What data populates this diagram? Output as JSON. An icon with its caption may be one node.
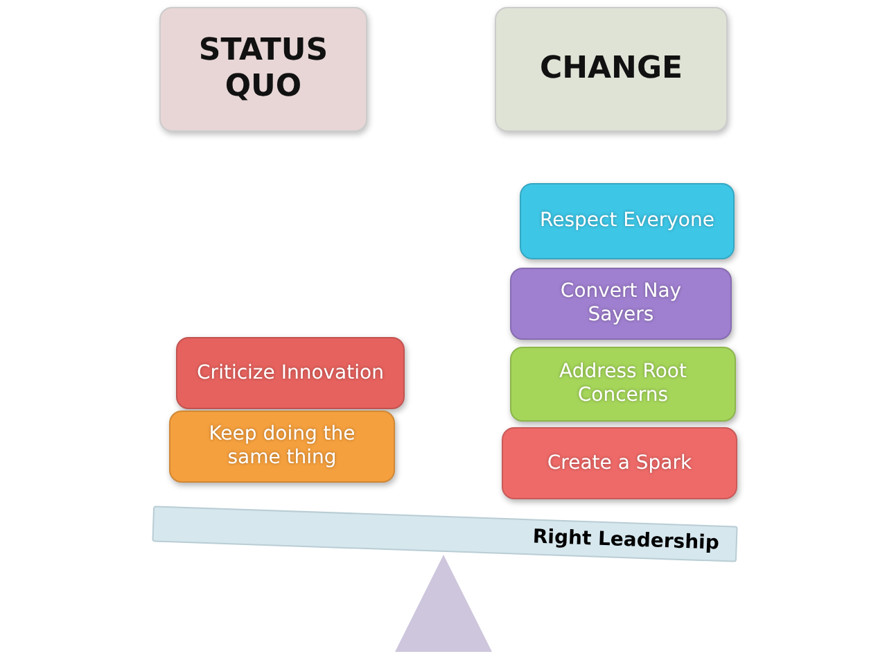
{
  "diagram": {
    "nodes": [
      {
        "text": [
          "STATUS QUO"
        ]
      },
      {
        "text": [
          "CHANGE"
        ]
      },
      {
        "text": [
          "Respect Everyone"
        ]
      },
      {
        "text": [
          "Convert Nay Sayers"
        ]
      },
      {
        "text": [
          "Criticize Innovation"
        ]
      },
      {
        "text": [
          "Address Root Concerns"
        ]
      },
      {
        "text": [
          "Keep doing the same thing"
        ]
      },
      {
        "text": [
          "Create a Spark"
        ]
      },
      {
        "text": [
          "Right Leadership"
        ]
      }
    ],
    "edges": []
  }
}
